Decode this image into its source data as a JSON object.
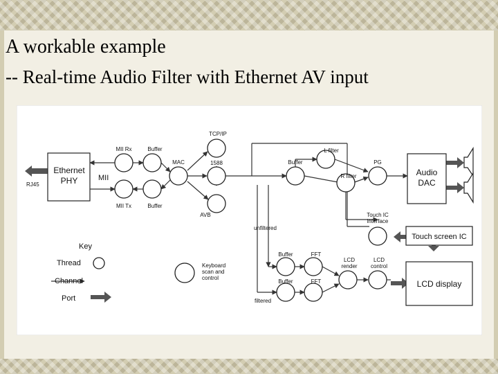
{
  "slide": {
    "title": "A workable example",
    "subtitle": "-- Real-time Audio Filter with Ethernet AV input"
  },
  "diagram": {
    "boxes": {
      "ethernet_phy_line1": "Ethernet",
      "ethernet_phy_line2": "PHY",
      "audio_dac_line1": "Audio",
      "audio_dac_line2": "DAC",
      "touch_screen_ic": "Touch screen IC",
      "lcd_display": "LCD display"
    },
    "labels": {
      "rj45": "RJ45",
      "mii": "MII",
      "mii_rx": "MII Rx",
      "mii_tx": "MII Tx",
      "buffer_rx": "Buffer",
      "buffer_tx": "Buffer",
      "mac": "MAC",
      "tcp_ip": "TCP/IP",
      "n1588": "1588",
      "avb": "AVB",
      "buffer_main": "Buffer",
      "l_filter": "L filter",
      "r_filter": "R filter",
      "pg": "PG",
      "touch_ic_line1": "Touch IC",
      "touch_ic_line2": "interface",
      "unfiltered": "unfiltered",
      "buffer_top": "Buffer",
      "fft_top": "FFT",
      "buffer_bottom": "Buffer",
      "fft_bottom": "FFT",
      "lcd_render_line1": "LCD",
      "lcd_render_line2": "render",
      "lcd_control_line1": "LCD",
      "lcd_control_line2": "control",
      "filtered": "filtered",
      "keyboard_line1": "Keyboard",
      "keyboard_line2": "scan and",
      "keyboard_line3": "control"
    },
    "key": {
      "title": "Key",
      "thread": "Thread",
      "channel": "Channel",
      "port": "Port"
    },
    "colors": {
      "port_arrow": "#555555",
      "box_stroke": "#222222",
      "line": "#333333"
    }
  }
}
